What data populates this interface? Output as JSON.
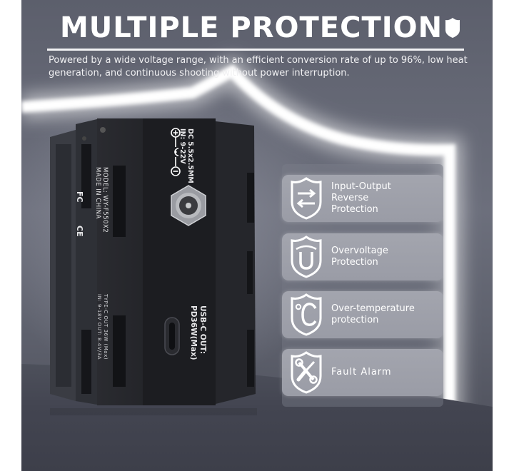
{
  "header": {
    "title": "MULTIPLE PROTECTION",
    "title_icon": "shield-icon",
    "subtitle": "Powered by a wide voltage range, with an efficient conversion rate of up to 96%, low heat generation, and continuous shooting without power interruption."
  },
  "device": {
    "model_label": "MODEL: WY-F550X2",
    "origin_label": "MADE IN CHINA",
    "certifications": [
      "FC",
      "CE"
    ],
    "dc_spec": "DC 5.5x2.5MM",
    "dc_input": "IN: 9-22V",
    "side_spec_line1": "TYPE-C OUT 36W (Max)",
    "side_spec_line2": "IN: 9-18V  OUT: 8.4V/3A",
    "usb_label_line1": "USB-C OUT:",
    "usb_label_line2": "PD36W(Max)",
    "dc_port_icon": "dc-barrel-port-icon",
    "usb_port_icon": "usb-c-port-icon",
    "polarity_icon": "dc-polarity-icon"
  },
  "features": [
    {
      "label": "Input-Output\nReverse\nProtection",
      "icon": "reverse-arrows-shield-icon"
    },
    {
      "label": "Overvoltage\nProtection",
      "icon": "voltage-u-shield-icon"
    },
    {
      "label": "Over-temperature\nprotection",
      "icon": "celsius-shield-icon"
    },
    {
      "label": "Fault Alarm",
      "icon": "wrench-screwdriver-shield-icon"
    }
  ],
  "colors": {
    "background": "#646774",
    "card": "#9fa1ab",
    "text": "#ffffff",
    "device": "#1f2024"
  }
}
